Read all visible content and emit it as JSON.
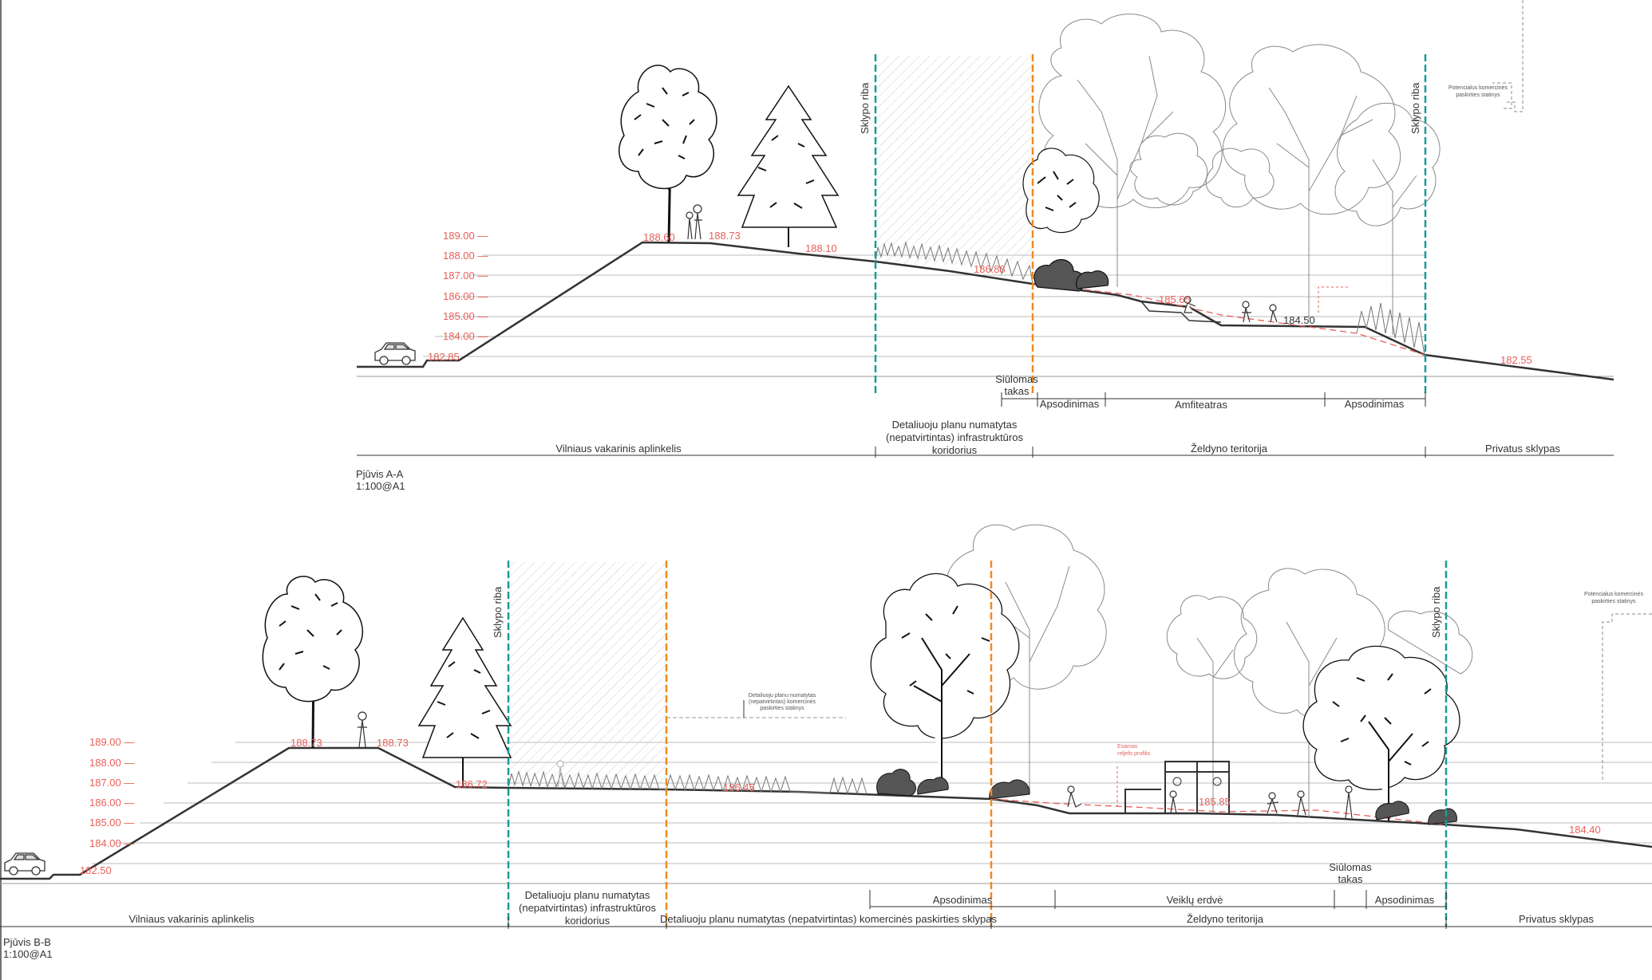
{
  "section_a": {
    "title": "Pjūvis A-A",
    "scale": "1:100@A1",
    "elevation_ticks": [
      "189.00 —",
      "188.00 —",
      "187.00 —",
      "186.00 —",
      "185.00 —",
      "184.00 —"
    ],
    "spot_levels": [
      "188.60",
      "188.73",
      "188.10",
      "186.88",
      "185.65",
      "184.50",
      "182.55",
      "182.85"
    ],
    "boundary_label_left": "Sklypo riba",
    "boundary_label_right": "Sklypo riba",
    "building_note_line1": "Potencialus komercinės",
    "building_note_line2": "paskirties statinys",
    "path_label_line1": "Siūlomas",
    "path_label_line2": "takas",
    "subzones": [
      "Apsodinimas",
      "Amfiteatras",
      "Apsodinimas"
    ],
    "zone_ring_road": "Vilniaus vakarinis aplinkelis",
    "zone_corridor_line1": "Detaliuoju planu numatytas",
    "zone_corridor_line2": "(nepatvirtintas) infrastruktūros",
    "zone_corridor_line3": "koridorius",
    "zone_green": "Želdyno teritorija",
    "zone_private": "Privatus sklypas"
  },
  "section_b": {
    "title": "Pjūvis B-B",
    "scale": "1:100@A1",
    "elevation_ticks": [
      "189.00 —",
      "188.00 —",
      "187.00 —",
      "186.00 —",
      "185.00 —",
      "184.00 —"
    ],
    "spot_levels": [
      "188.73",
      "188.73",
      "186.72",
      "186.45",
      "185.85",
      "184.40",
      "182.50"
    ],
    "boundary_label_left": "Sklypo riba",
    "boundary_label_right": "Sklypo riba",
    "commercial_note_line1": "Detaliuoju planu numatytas",
    "commercial_note_line2": "(nepatvirtintas) komercinės",
    "commercial_note_line3": "paskirties statinys",
    "building_note_line1": "Potencialus komercinės",
    "building_note_line2": "paskirties statinys",
    "relief_note_line1": "Esamas",
    "relief_note_line2": "reljefo profilis",
    "path_label_line1": "Siūlomas",
    "path_label_line2": "takas",
    "subzones": [
      "Apsodinimas",
      "Veiklų erdvė",
      "Apsodinimas"
    ],
    "zone_ring_road": "Vilniaus vakarinis aplinkelis",
    "zone_corridor_line1": "Detaliuoju planu numatytas",
    "zone_corridor_line2": "(nepatvirtintas) infrastruktūros",
    "zone_corridor_line3": "koridorius",
    "zone_commercial": "Detaliuoju planu numatytas (nepatvirtintas) komercinės paskirties sklypas",
    "zone_green": "Želdyno teritorija",
    "zone_private": "Privatus sklypas"
  },
  "colors": {
    "level_text": "#e8605a",
    "boundary_teal": "#1a9a9a",
    "corridor_orange": "#f08a1c",
    "ground": "#333333",
    "vegetation": "#4a4a4a"
  },
  "icons": [
    "car-icon",
    "deciduous-tree-icon",
    "conifer-tree-icon",
    "person-icon",
    "shrub-icon",
    "grass-icon",
    "play-frame-icon"
  ]
}
